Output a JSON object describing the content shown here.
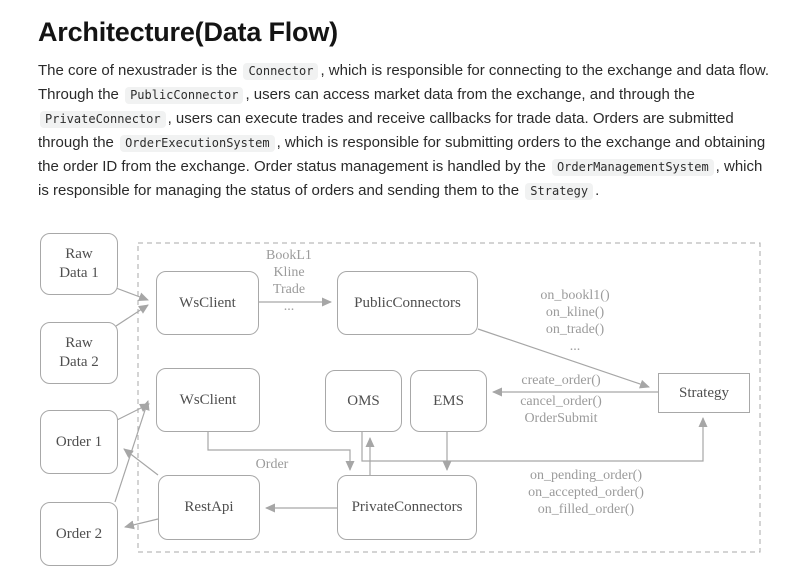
{
  "page": {
    "title": "Architecture(Data Flow)"
  },
  "paragraph": {
    "segments": [
      {
        "type": "text",
        "text": "The core of nexustrader is the "
      },
      {
        "type": "code",
        "text": "Connector"
      },
      {
        "type": "text",
        "text": ", which is responsible for connecting to the exchange and data flow. Through the "
      },
      {
        "type": "code",
        "text": "PublicConnector"
      },
      {
        "type": "text",
        "text": ", users can access market data from the exchange, and through the "
      },
      {
        "type": "code",
        "text": "PrivateConnector"
      },
      {
        "type": "text",
        "text": ", users can execute trades and receive callbacks for trade data. Orders are submitted through the "
      },
      {
        "type": "code",
        "text": "OrderExecutionSystem"
      },
      {
        "type": "text",
        "text": ", which is responsible for submitting orders to the exchange and obtaining the order ID from the exchange. Order status management is handled by the "
      },
      {
        "type": "code",
        "text": "OrderManagementSystem"
      },
      {
        "type": "text",
        "text": ", which is responsible for managing the status of orders and sending them to the "
      },
      {
        "type": "code",
        "text": "Strategy"
      },
      {
        "type": "text",
        "text": "."
      }
    ]
  },
  "diagram": {
    "nodes": {
      "raw_data_1": {
        "label": "Raw\nData 1"
      },
      "raw_data_2": {
        "label": "Raw\nData 2"
      },
      "order_1": {
        "label": "Order 1"
      },
      "order_2": {
        "label": "Order 2"
      },
      "wsclient_public": {
        "label": "WsClient"
      },
      "public_connectors": {
        "label": "PublicConnectors"
      },
      "wsclient_private": {
        "label": "WsClient"
      },
      "oms": {
        "label": "OMS"
      },
      "ems": {
        "label": "EMS"
      },
      "strategy": {
        "label": "Strategy"
      },
      "restapi": {
        "label": "RestApi"
      },
      "private_connectors": {
        "label": "PrivateConnectors"
      }
    },
    "edge_labels": {
      "market_stream": "BookL1\nKline\nTrade\n...",
      "market_callbacks": "on_bookl1()\non_kline()\non_trade()\n...",
      "order_commands_above": "create_order()",
      "order_commands_below": "cancel_order()\nOrderSubmit",
      "order": "Order",
      "status_callbacks": "on_pending_order()\non_accepted_order()\non_filled_order()"
    },
    "colors": {
      "node_border": "#a8a8a8",
      "node_text": "#4f4f4f",
      "edge_line": "#a6a6a6",
      "edge_label_text": "#9b9b9b",
      "dashed_border": "#a8a8a8"
    }
  },
  "colors": {
    "title_text": "#141414",
    "body_text": "#2a2a2a",
    "code_background": "#f1f2f2"
  }
}
